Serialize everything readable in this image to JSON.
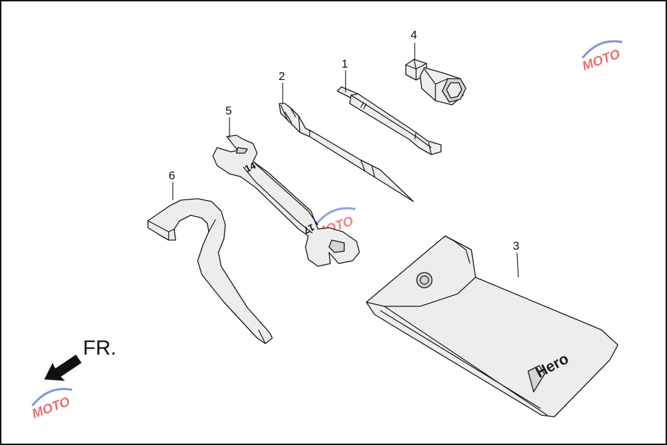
{
  "callouts": {
    "part_1": "1",
    "part_2": "2",
    "part_3": "3",
    "part_4": "4",
    "part_5": "5",
    "part_6": "6"
  },
  "wrench_sizes": {
    "small_end": "14",
    "large_end": "17"
  },
  "direction": {
    "label": "FR."
  },
  "pouch": {
    "brand_text": "Hero"
  },
  "watermark": {
    "text": "MOTO",
    "color_blue": "#5a6fd0",
    "color_red": "#e24040"
  },
  "colors": {
    "line": "#111111",
    "fill": "#ededed",
    "background": "#ffffff"
  }
}
